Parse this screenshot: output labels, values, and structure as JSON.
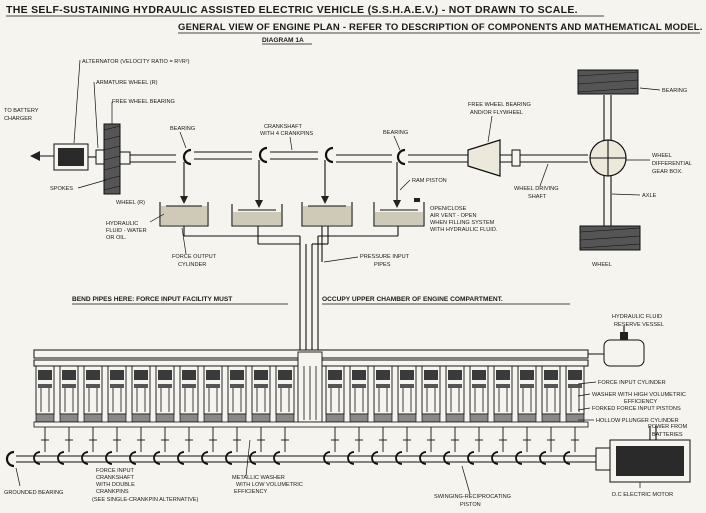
{
  "title": {
    "line1": "THE SELF-SUSTAINING HYDRAULIC ASSISTED ELECTRIC VEHICLE (S.S.H.A.E.V.) - NOT DRAWN TO SCALE.",
    "line2": "GENERAL VIEW OF ENGINE PLAN - REFER TO DESCRIPTION OF COMPONENTS AND MATHEMATICAL MODEL.",
    "line3": "DIAGRAM 1A"
  },
  "labels": {
    "alternator": "ALTERNATOR (VELOCITY RATIO = R²/r²)",
    "armature_wheel": "ARMATURE WHEEL (r)",
    "free_wheel_bearing": "FREE WHEEL BEARING",
    "to_battery": "TO BATTERY",
    "charger": "CHARGER",
    "spokes": "SPOKES",
    "wheel_r": "WHEEL (R)",
    "bearing_1": "BEARING",
    "crankshaft_1": "CRANKSHAFT",
    "crankshaft_2": "WITH 4 CRANKPINS",
    "bearing_2": "BEARING",
    "ram_piston": "RAM PISTON",
    "fw_flywheel_1": "FREE WHEEL BEARING",
    "fw_flywheel_2": "AND/OR FLYWHEEL",
    "bearing_top": "BEARING",
    "wheel_drive_1": "WHEEL DRIVING",
    "wheel_drive_2": "SHAFT",
    "diff_1": "WHEEL",
    "diff_2": "DIFFERENTIAL",
    "diff_3": "GEAR BOX.",
    "axle": "AXLE",
    "wheel_bottom": "WHEEL",
    "hydraulic_1": "HYDRAULIC",
    "hydraulic_2": "FLUID - WATER",
    "hydraulic_3": "OR OIL.",
    "force_output_1": "FORCE OUTPUT",
    "force_output_2": "CYLINDER",
    "air_vent_1": "OPEN/CLOSE",
    "air_vent_2": "AIR VENT - OPEN",
    "air_vent_3": "WHEN FILLING SYSTEM",
    "air_vent_4": "WITH HYDRAULIC FLUID.",
    "pressure_1": "PRESSURE INPUT",
    "pressure_2": "PIPES",
    "bend_pipes": "BEND PIPES HERE: FORCE INPUT FACILITY MUST",
    "occupy": "OCCUPY UPPER CHAMBER OF ENGINE COMPARTMENT.",
    "reserve_1": "HYDRAULIC FLUID",
    "reserve_2": "RESERVE VESSEL",
    "force_input_cyl": "FORCE INPUT CYLINDER",
    "washer_high_1": "WASHER WITH HIGH VOLUMETRIC",
    "washer_high_2": "EFFICIENCY",
    "forked_pistons": "FORKED FORCE INPUT PISTONS",
    "hollow_plunger": "HOLLOW PLUNGER CYLINDER",
    "power_1": "POWER FROM",
    "power_2": "BATTERIES",
    "grounded": "GROUNDED BEARING",
    "fi_crank_1": "FORCE INPUT",
    "fi_crank_2": "CRANKSHAFT",
    "fi_crank_3": "WITH DOUBLE",
    "fi_crank_4": "CRANKPINS",
    "fi_crank_5": "(SEE SINGLE-CRANKPIN ALTERNATIVE)",
    "metal_washer_1": "METALLIC WASHER",
    "metal_washer_2": "WITH LOW VOLUMETRIC",
    "metal_washer_3": "EFFICIENCY",
    "swinging_1": "SWINGING-RECIPROCATING",
    "swinging_2": "PISTON",
    "dc_motor": "D.C ELECTRIC MOTOR"
  }
}
